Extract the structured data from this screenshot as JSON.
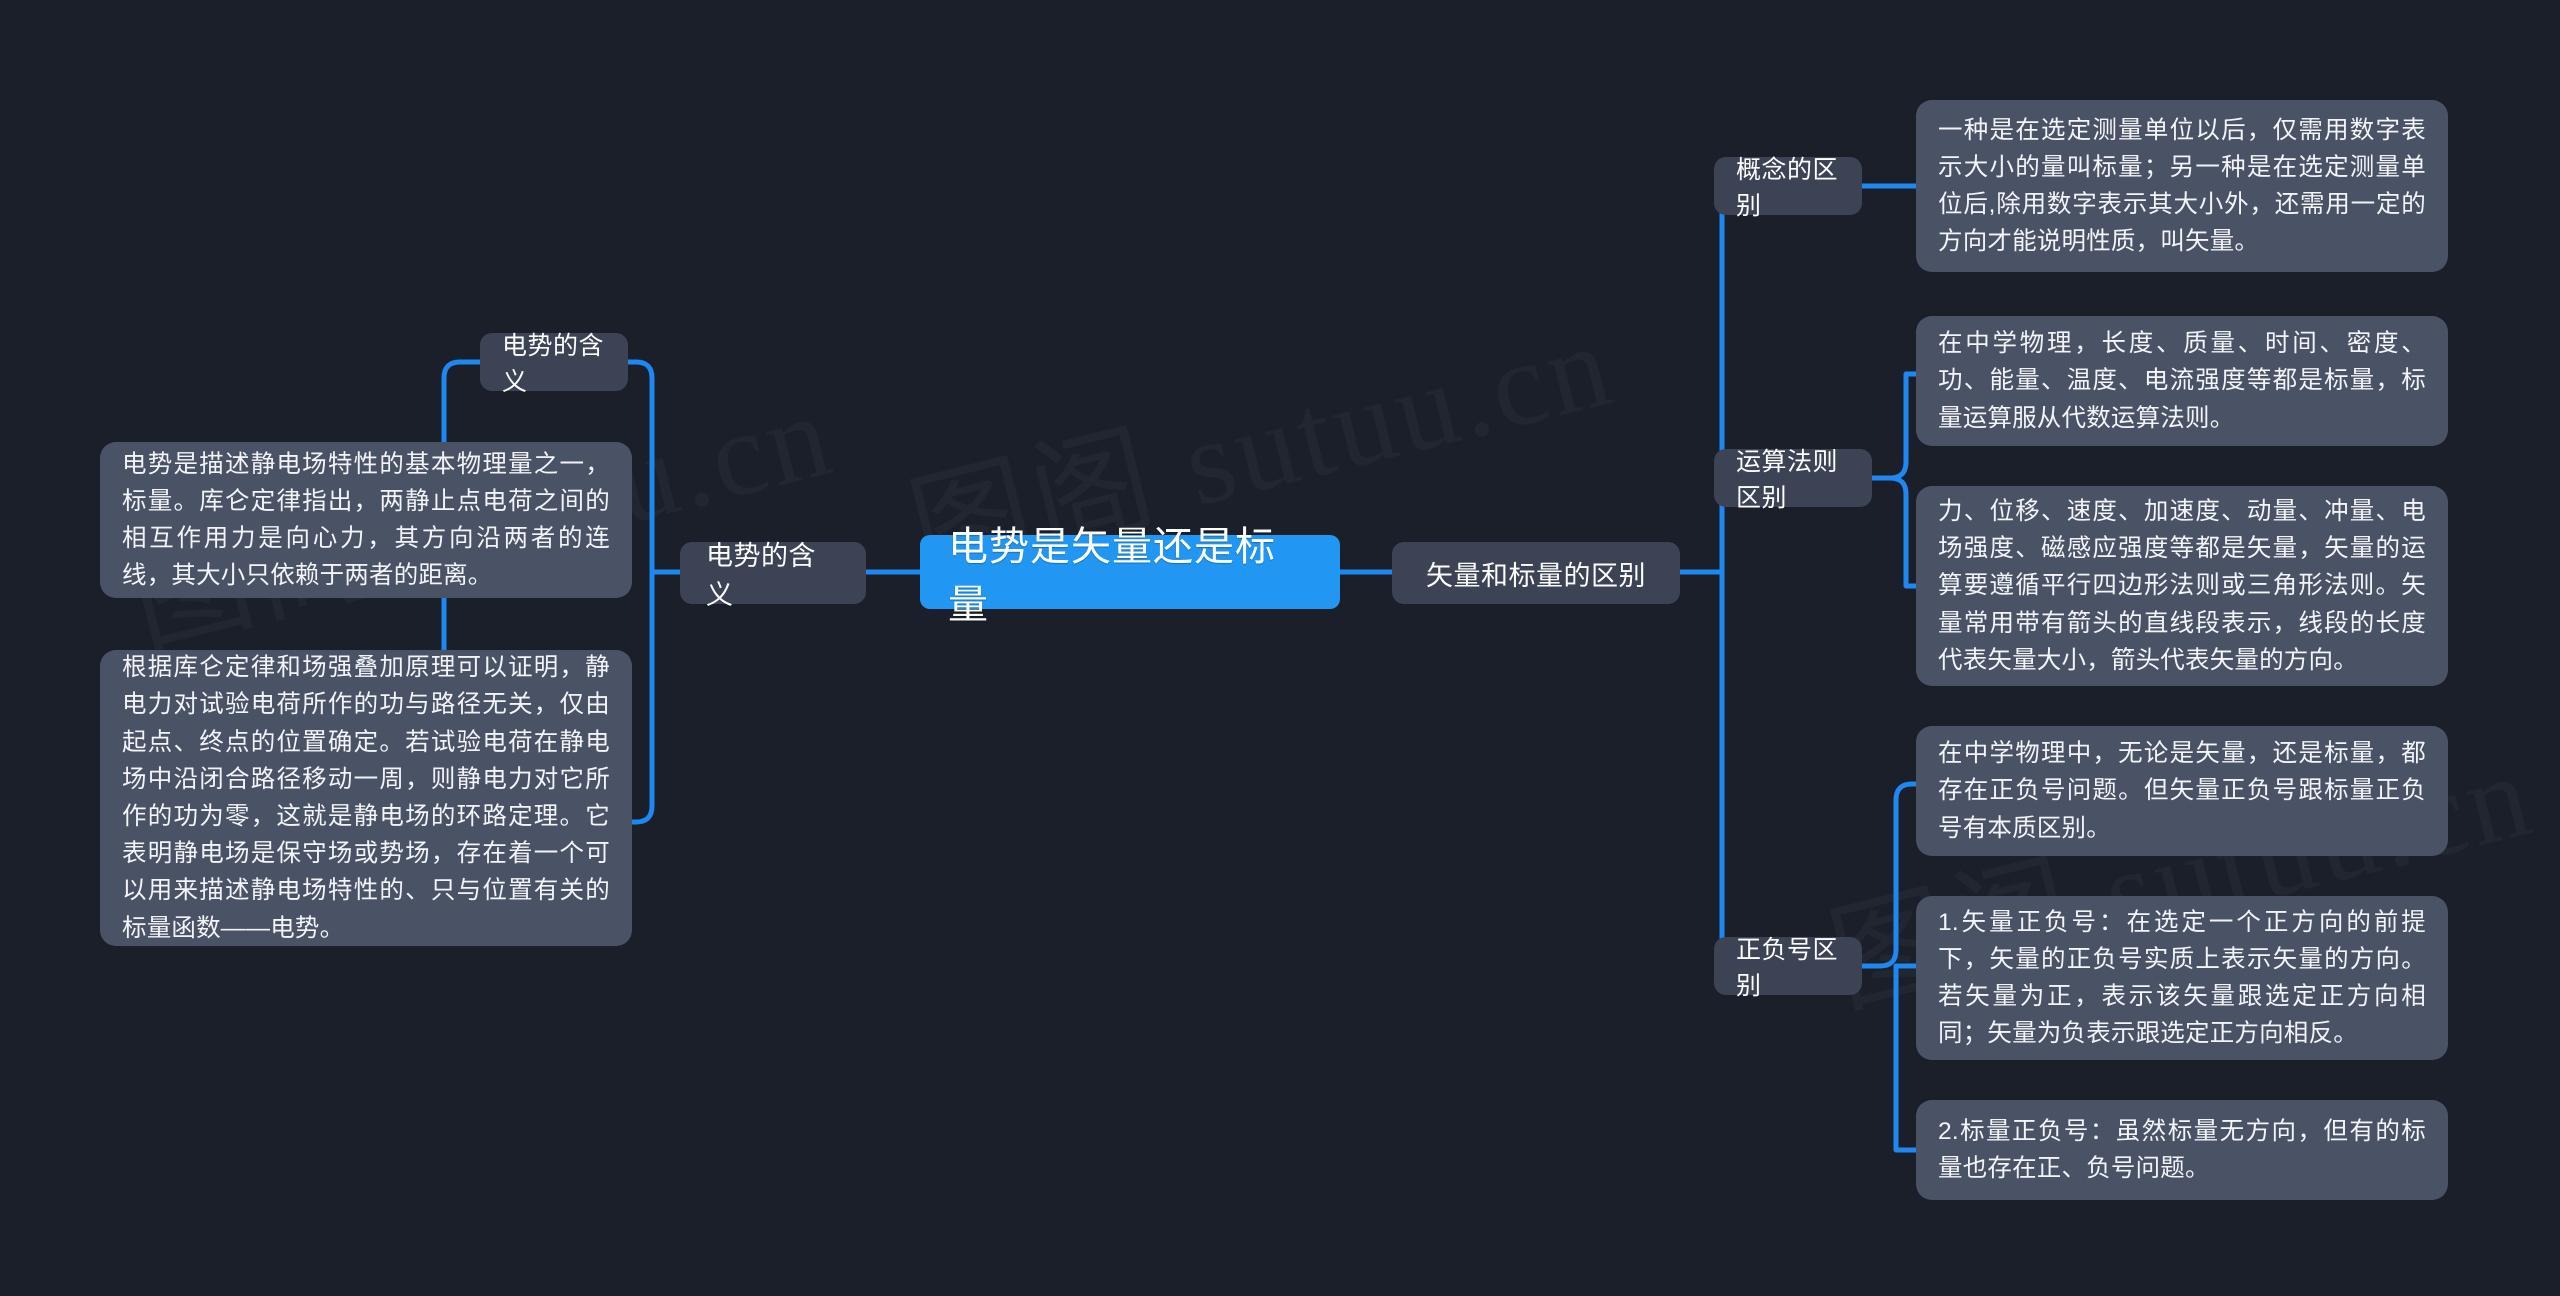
{
  "theme": {
    "background": "#1b1f2a",
    "root_fill": "#2196f3",
    "branch_fill": "#3c4355",
    "leaf_fill": "#4a5265",
    "link_color": "#1e88f0",
    "text_color": "#ffffff"
  },
  "watermark": {
    "line1": "图阁 sutuu.cn",
    "line2": "图阁 sutuu.cn",
    "line3": "图阁 sutuu.cn"
  },
  "mindmap": {
    "root": {
      "label": "电势是矢量还是标量"
    },
    "left_branch": {
      "label": "电势的含义",
      "children": [
        {
          "label": "电势的含义",
          "leaves": [
            "电势是描述静电场特性的基本物理量之一，标量。库仑定律指出，两静止点电荷之间的相互作用力是向心力，其方向沿两者的连线，其大小只依赖于两者的距离。",
            "根据库仑定律和场强叠加原理可以证明，静电力对试验电荷所作的功与路径无关，仅由起点、终点的位置确定。若试验电荷在静电场中沿闭合路径移动一周，则静电力对它所作的功为零，这就是静电场的环路定理。它表明静电场是保守场或势场，存在着一个可以用来描述静电场特性的、只与位置有关的标量函数——电势。"
          ]
        }
      ]
    },
    "right_branch": {
      "label": "矢量和标量的区别",
      "children": [
        {
          "label": "概念的区别",
          "leaves": [
            "一种是在选定测量单位以后，仅需用数字表示大小的量叫标量；另一种是在选定测量单位后,除用数字表示其大小外，还需用一定的方向才能说明性质，叫矢量。"
          ]
        },
        {
          "label": "运算法则区别",
          "leaves": [
            "在中学物理，长度、质量、时间、密度、功、能量、温度、电流强度等都是标量，标量运算服从代数运算法则。",
            "力、位移、速度、加速度、动量、冲量、电场强度、磁感应强度等都是矢量，矢量的运算要遵循平行四边形法则或三角形法则。矢量常用带有箭头的直线段表示，线段的长度代表矢量大小，箭头代表矢量的方向。"
          ]
        },
        {
          "label": "正负号区别",
          "leaves": [
            "在中学物理中，无论是矢量，还是标量，都存在正负号问题。但矢量正负号跟标量正负号有本质区别。",
            "1.矢量正负号：在选定一个正方向的前提下，矢量的正负号实质上表示矢量的方向。若矢量为正，表示该矢量跟选定正方向相同；矢量为负表示跟选定正方向相反。",
            "2.标量正负号：虽然标量无方向，但有的标量也存在正、负号问题。"
          ]
        }
      ]
    }
  }
}
